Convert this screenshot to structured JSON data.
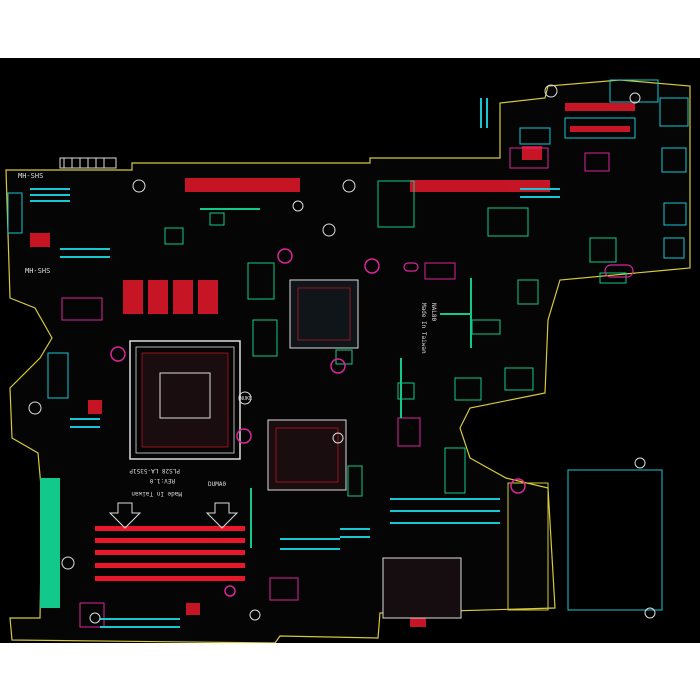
{
  "labels": {
    "mh_top_left": "MH-SHS",
    "mh_left_mid": "MH-SHS",
    "made_in_taiwan_1": "Made In Taiwan",
    "made_in_taiwan_2": "Made In Taiwan",
    "board_code": "DUMA0",
    "board_pn": "PLS28 LA-5351P",
    "rev": "REV:1.0",
    "sku": "NAL80",
    "nuke": "NUKE"
  },
  "colors": {
    "background": "#000000",
    "board_outline": "#d6c93a",
    "copper": "#e8182a",
    "pad_green": "#12c98b",
    "pad_cyan": "#18c7d3",
    "silk_magenta": "#d9269a",
    "silk_white": "#dcdcdc"
  }
}
